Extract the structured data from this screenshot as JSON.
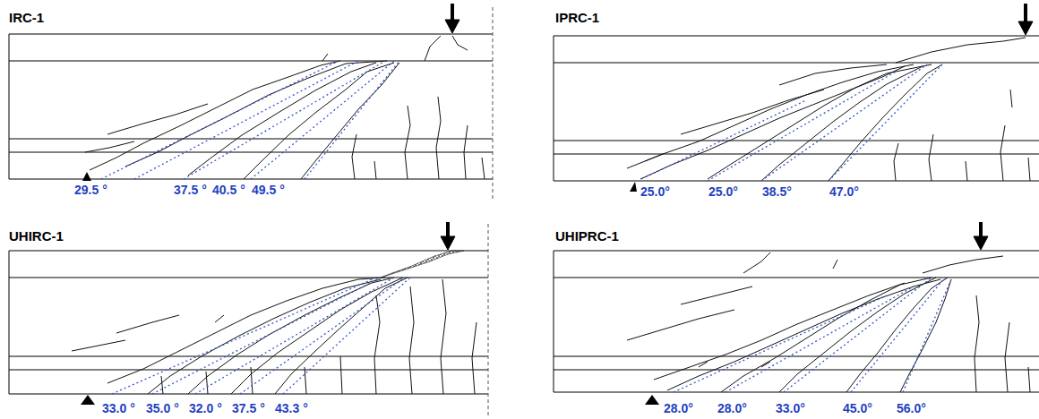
{
  "diagram": {
    "labels": [
      "IRC-1",
      "IPRC-1",
      "29.5 °",
      "37.5 °",
      "40.5 °",
      "49.5 °",
      "25.0°",
      "25.0°",
      "38.5°",
      "47.0°",
      "UHIRC-1",
      "UHIPRC-1",
      "33.0 °",
      "35.0 °",
      "32.0 °",
      "37.5 °",
      "43.3 °",
      "28.0°",
      "28.0°",
      "33.0°",
      "45.0°",
      "56.0°"
    ]
  }
}
